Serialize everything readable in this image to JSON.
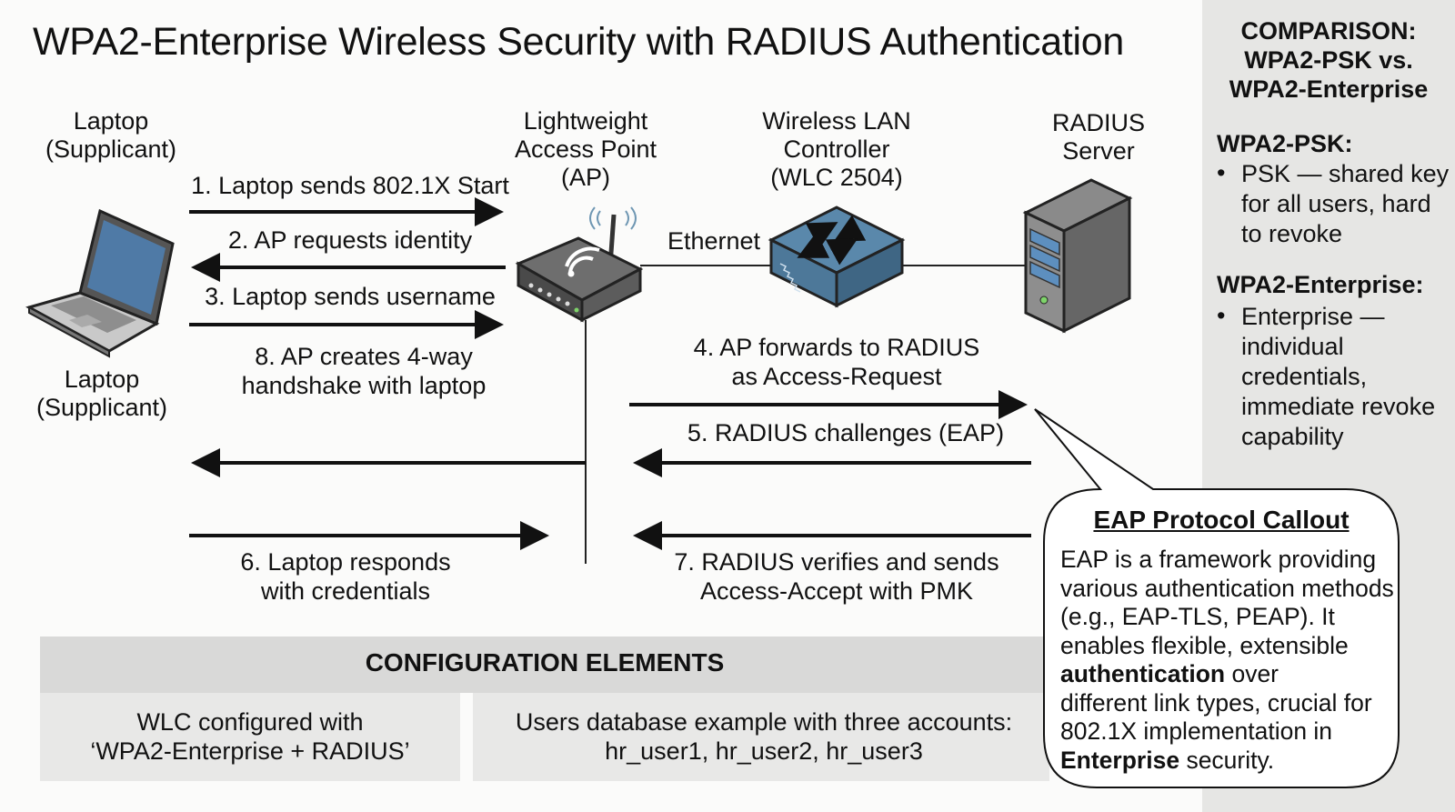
{
  "title": "WPA2-Enterprise Wireless Security with RADIUS Authentication",
  "devices": {
    "laptop_top": {
      "line1": "Laptop",
      "line2": "(Supplicant)"
    },
    "laptop_bottom": {
      "line1": "Laptop",
      "line2": "(Supplicant)"
    },
    "ap": {
      "line1": "Lightweight",
      "line2": "Access Point",
      "line3": "(AP)"
    },
    "wlc": {
      "line1": "Wireless LAN",
      "line2": "Controller",
      "line3": "(WLC 2504)"
    },
    "radius": {
      "line1": "RADIUS",
      "line2": "Server"
    }
  },
  "link_label": "Ethernet",
  "steps": {
    "s1": "1. Laptop sends 802.1X Start",
    "s2": "2. AP requests identity",
    "s3": "3. Laptop sends username",
    "s4_l1": "4. AP forwards to RADIUS",
    "s4_l2": "as Access-Request",
    "s5": "5. RADIUS challenges (EAP)",
    "s6_l1": "6. Laptop responds",
    "s6_l2": "with credentials",
    "s7_l1": "7. RADIUS verifies and sends",
    "s7_l2": "Access-Accept with PMK",
    "s8_l1": "8. AP creates 4-way",
    "s8_l2": "handshake with laptop"
  },
  "comparison": {
    "title_l1": "COMPARISON:",
    "title_l2": "WPA2-PSK vs.",
    "title_l3": "WPA2-Enterprise",
    "psk_heading": "WPA2-PSK:",
    "psk_l1": "PSK — shared key",
    "psk_l2": "for all users, hard",
    "psk_l3": "to revoke",
    "ent_heading": "WPA2-Enterprise:",
    "ent_l1": "Enterprise —",
    "ent_l2": "individual",
    "ent_l3": "credentials,",
    "ent_l4": "immediate revoke",
    "ent_l5": "capability",
    "bullet": "•"
  },
  "config": {
    "title": "CONFIGURATION ELEMENTS",
    "left_l1": "WLC configured with",
    "left_l2": "‘WPA2-Enterprise + RADIUS’",
    "right_l1": "Users database example with three accounts:",
    "right_l2": "hr_user1, hr_user2, hr_user3"
  },
  "callout": {
    "title": "EAP Protocol Callout",
    "l1": "EAP is a framework providing",
    "l2": "various authentication methods",
    "l3": "(e.g., EAP-TLS, PEAP). It",
    "l4": "enables flexible, extensible",
    "l5_bold": "authentication",
    "l5_rest": " over",
    "l6": "different link types, crucial for",
    "l7": "802.1X implementation in",
    "l8_bold": "Enterprise",
    "l8_rest": " security."
  },
  "colors": {
    "screen_blue": "#4f7aa6",
    "switch_blue": "#4d7899",
    "device_gray": "#6e6e6e",
    "led_green": "#7ed36a"
  }
}
